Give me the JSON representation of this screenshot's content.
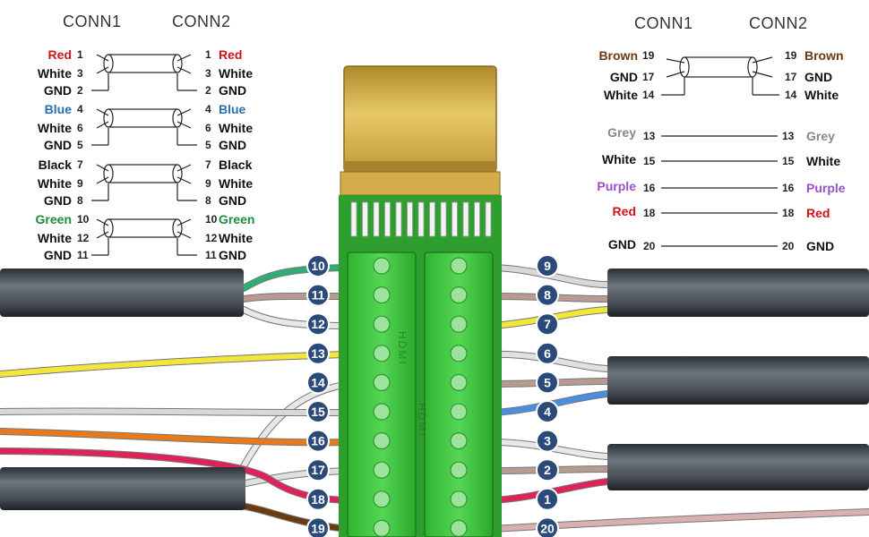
{
  "colors": {
    "red": "#d0121b",
    "blue": "#2a6db3",
    "green": "#1f8a3c",
    "brown": "#6a3a10",
    "grey": "#888888",
    "purple": "#9a4fcf",
    "black": "#111111",
    "badge": "#2a4a7a",
    "board": "#3cc83c",
    "gold": "#c9a23a"
  },
  "left_diagram": {
    "conn1_label": "CONN1",
    "conn2_label": "CONN2",
    "pairs": [
      {
        "rows": [
          {
            "left": "Red",
            "pin": "1",
            "color": "red",
            "right": "Red"
          },
          {
            "left": "White",
            "pin": "3",
            "color": "black",
            "right": "White"
          },
          {
            "left": "GND",
            "pin": "2",
            "color": "black",
            "right": "GND"
          }
        ]
      },
      {
        "rows": [
          {
            "left": "Blue",
            "pin": "4",
            "color": "blue",
            "right": "Blue"
          },
          {
            "left": "White",
            "pin": "6",
            "color": "black",
            "right": "White"
          },
          {
            "left": "GND",
            "pin": "5",
            "color": "black",
            "right": "GND"
          }
        ]
      },
      {
        "rows": [
          {
            "left": "Black",
            "pin": "7",
            "color": "black",
            "right": "Black"
          },
          {
            "left": "White",
            "pin": "9",
            "color": "black",
            "right": "White"
          },
          {
            "left": "GND",
            "pin": "8",
            "color": "black",
            "right": "GND"
          }
        ]
      },
      {
        "rows": [
          {
            "left": "Green",
            "pin": "10",
            "color": "green",
            "right": "Green"
          },
          {
            "left": "White",
            "pin": "12",
            "color": "black",
            "right": "White"
          },
          {
            "left": "GND",
            "pin": "11",
            "color": "black",
            "right": "GND"
          }
        ]
      }
    ]
  },
  "right_diagram": {
    "conn1_label": "CONN1",
    "conn2_label": "CONN2",
    "twisted": [
      {
        "left": "Brown",
        "pin": "19",
        "color": "brown",
        "right": "Brown"
      },
      {
        "left": "GND",
        "pin": "17",
        "color": "black",
        "right": "GND"
      },
      {
        "left": "White",
        "pin": "14",
        "color": "black",
        "right": "White"
      }
    ],
    "straight": [
      {
        "left": "Grey",
        "pin": "13",
        "color": "grey",
        "right": "Grey"
      },
      {
        "left": "White",
        "pin": "15",
        "color": "black",
        "right": "White"
      },
      {
        "left": "Purple",
        "pin": "16",
        "color": "purple",
        "right": "Purple"
      },
      {
        "left": "Red",
        "pin": "18",
        "color": "red",
        "right": "Red"
      },
      {
        "left": "GND",
        "pin": "20",
        "color": "black",
        "right": "GND"
      }
    ]
  },
  "board": {
    "silkscreen_left": "HDMI",
    "silkscreen_right": "HDMI"
  },
  "terminals_left": [
    {
      "num": "10",
      "wire": "#2fae74"
    },
    {
      "num": "11",
      "wire": "#b89a90"
    },
    {
      "num": "12",
      "wire": "#e8e8e8"
    },
    {
      "num": "13",
      "wire": "#f2e63a"
    },
    {
      "num": "14",
      "wire": "#e8e8e8"
    },
    {
      "num": "15",
      "wire": "#d8d8d8"
    },
    {
      "num": "16",
      "wire": "#e87a1e"
    },
    {
      "num": "17",
      "wire": "#e0e0e0"
    },
    {
      "num": "18",
      "wire": "#e0225a"
    },
    {
      "num": "19",
      "wire": "#6a3a10"
    }
  ],
  "terminals_right": [
    {
      "num": "9",
      "wire": "#d8d8d8"
    },
    {
      "num": "8",
      "wire": "#b89a90"
    },
    {
      "num": "7",
      "wire": "#f2e63a"
    },
    {
      "num": "6",
      "wire": "#e0e0e0"
    },
    {
      "num": "5",
      "wire": "#b89a90"
    },
    {
      "num": "4",
      "wire": "#4a8ee0"
    },
    {
      "num": "3",
      "wire": "#e8e8e8"
    },
    {
      "num": "2",
      "wire": "#b89a90"
    },
    {
      "num": "1",
      "wire": "#e0225a"
    },
    {
      "num": "20",
      "wire": "#d8b0b0"
    }
  ]
}
